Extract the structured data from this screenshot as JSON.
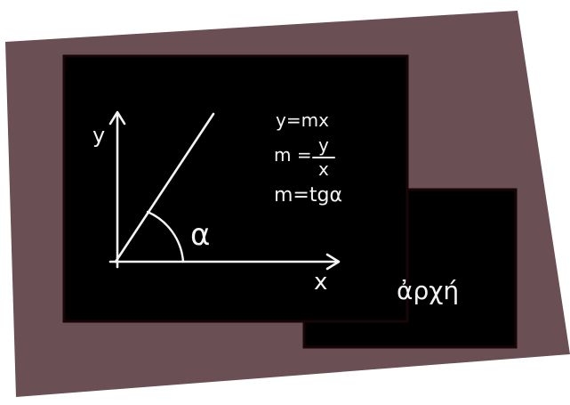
{
  "colors": {
    "frame": "#6a4f55",
    "board": "#000000",
    "board_edge": "#160607",
    "chalk": "#f4f4f4"
  },
  "diagram": {
    "axis_y_label": "y",
    "axis_x_label": "x",
    "angle_label": "α",
    "formulas": {
      "line1": "y=mx",
      "line2_left": "m =",
      "line2_numerator": "y",
      "line2_denominator": "x",
      "line3": "m=tgα"
    },
    "second_board_text": "ἀρχή"
  }
}
